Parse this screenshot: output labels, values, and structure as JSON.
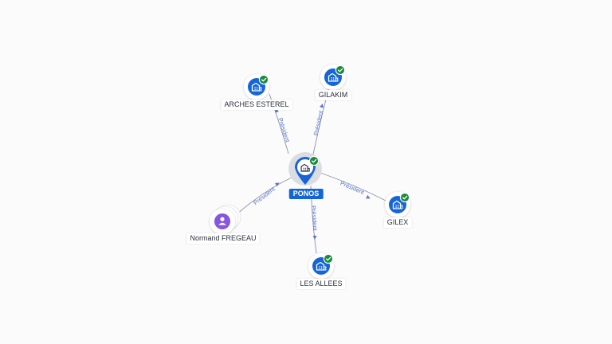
{
  "graph": {
    "center": {
      "label": "PONOS",
      "icon": "building-icon",
      "verified": true
    },
    "companies": [
      {
        "id": "arches",
        "label": "ARCHES ESTEREL",
        "icon": "building-icon",
        "verified": true,
        "relation": "Président"
      },
      {
        "id": "gilakim",
        "label": "GILAKIM",
        "icon": "building-icon",
        "verified": true,
        "relation": "Président"
      },
      {
        "id": "gilex",
        "label": "GILEX",
        "icon": "building-icon",
        "verified": true,
        "relation": "Président"
      },
      {
        "id": "allees",
        "label": "LES ALLEES",
        "icon": "building-icon",
        "verified": true,
        "relation": "Président"
      }
    ],
    "person": {
      "label": "Normand FREGEAU",
      "icon": "person-icon",
      "relation": "Président"
    }
  },
  "colors": {
    "company": "#1565d8",
    "verified": "#1a8a3c",
    "person": "#8656e0",
    "edge": "#8a93a6",
    "edge_label": "#5a74c8"
  }
}
